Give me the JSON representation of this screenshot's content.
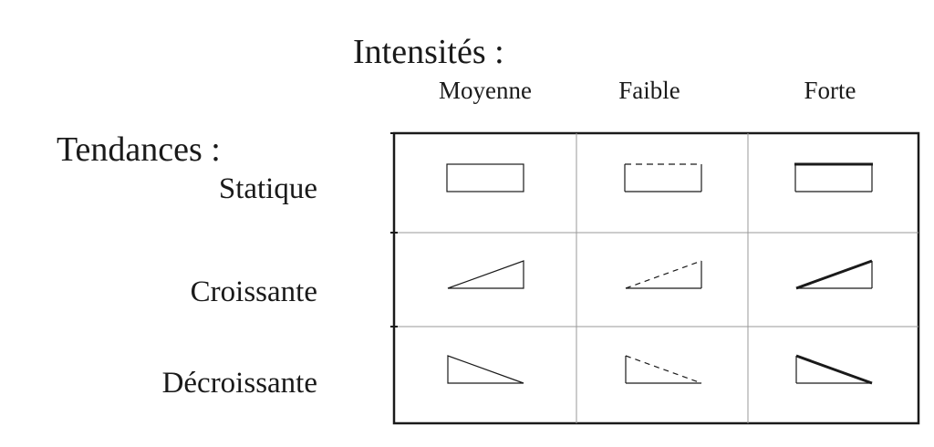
{
  "intensities": {
    "title": "Intensités :",
    "columns": [
      {
        "label": "Moyenne",
        "style": "solid"
      },
      {
        "label": "Faible",
        "style": "dashed"
      },
      {
        "label": "Forte",
        "style": "bold"
      }
    ]
  },
  "trends": {
    "title": "Tendances :",
    "rows": [
      {
        "label": "Statique",
        "shape": "rectangle"
      },
      {
        "label": "Croissante",
        "shape": "rising-triangle"
      },
      {
        "label": "Décroissante",
        "shape": "falling-triangle"
      }
    ]
  },
  "colors": {
    "ink": "#1a1a1a",
    "grid": "#9a9a9a"
  }
}
